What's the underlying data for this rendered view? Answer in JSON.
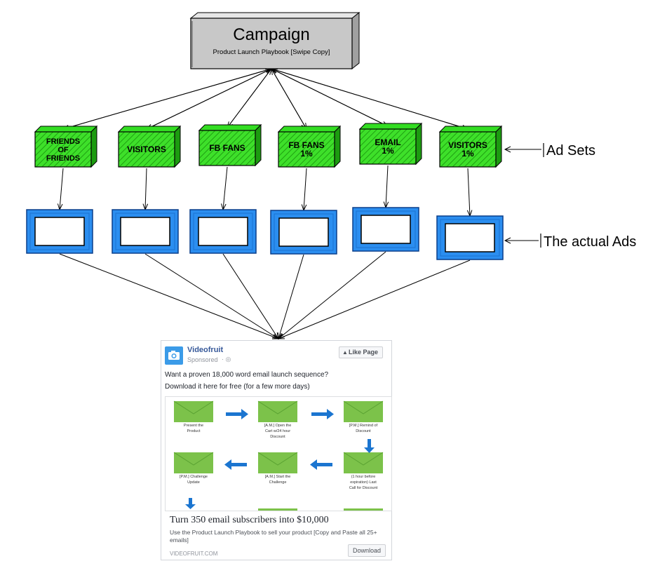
{
  "campaign": {
    "title": "Campaign",
    "subtitle": "Product Launch Playbook [Swipe Copy]",
    "fill": "#c8c8c8"
  },
  "ad_sets": [
    {
      "lines": [
        "FRIENDS",
        "OF",
        "FRIENDS"
      ]
    },
    {
      "lines": [
        "VISITORS"
      ]
    },
    {
      "lines": [
        "FB FANS"
      ]
    },
    {
      "lines": [
        "FB FANS",
        "1%"
      ]
    },
    {
      "lines": [
        "EMAIL",
        "1%"
      ]
    },
    {
      "lines": [
        "VISITORS",
        "1%"
      ]
    }
  ],
  "ad_set_color": "#33dd22",
  "ad_color": "#2b8ef0",
  "labels": {
    "ad_sets": "Ad Sets",
    "actual_ads": "The actual Ads"
  },
  "facebook_ad": {
    "page_name": "Videofruit",
    "sponsored": "Sponsored",
    "globe": "· ◎",
    "like_button": "Like Page",
    "text_line_1": "Want a proven 18,000 word email launch sequence?",
    "text_line_2": "Download it here for free (for a few more days)",
    "headline": "Turn 350 email subscribers into $10,000",
    "description": "Use the Product Launch Playbook to sell your product [Copy and Paste all 25+ emails]",
    "domain": "VIDEOFRUIT.COM",
    "cta": "Download",
    "brand_color": "#3b9be8",
    "envelope_color": "#7cc24a",
    "arrow_color": "#1b75d0",
    "sequence": [
      {
        "label": "Present the Product"
      },
      {
        "label": "[A.M.] Open the Cart w/24 hour Discount"
      },
      {
        "label": "[P.M.] Remind of Discount"
      },
      {
        "label": "[P.M.] Challenge Update"
      },
      {
        "label": "[A.M.] Start the Challenge"
      },
      {
        "label": "(1 hour before expiration) Last Call for Discount"
      }
    ]
  }
}
